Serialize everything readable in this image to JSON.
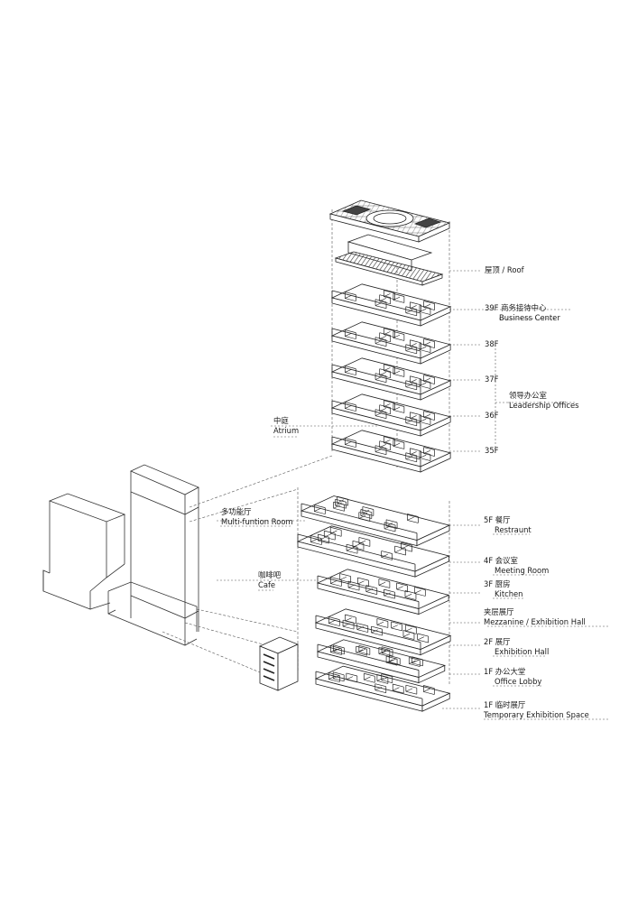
{
  "labels": {
    "roof": "屋顶 / Roof",
    "f39_zh": "39F 商务接待中心",
    "f39_en": "Business Center",
    "f38": "38F",
    "f37": "37F",
    "f36": "36F",
    "f35": "35F",
    "leadership_zh": "领导办公室",
    "leadership_en": "Leadership Offices",
    "atrium_zh": "中庭",
    "atrium_en": "Atrium",
    "multi_zh": "多功能厅",
    "multi_en": "Multi-funtion Room",
    "cafe_zh": "咖啡吧",
    "cafe_en": "Cafe",
    "f5_zh": "5F 餐厅",
    "f5_en": "Restraunt",
    "f4_zh": "4F 会议室",
    "f4_en": "Meeting Room",
    "f3_zh": "3F 厨房",
    "f3_en": "Kitchen",
    "mezz_zh": "夹层展厅",
    "mezz_en": "Mezzanine / Exhibition Hall",
    "f2_zh": "2F 展厅",
    "f2_en": "Exhibition Hall",
    "f1_zh": "1F 办公大堂",
    "f1_en": "Office Lobby",
    "temp_zh": "1F 临时展厅",
    "temp_en": "Temporary Exhibition Space"
  },
  "colors": {
    "line": "#222222",
    "dashed": "#555555",
    "hatch": "#333333"
  }
}
